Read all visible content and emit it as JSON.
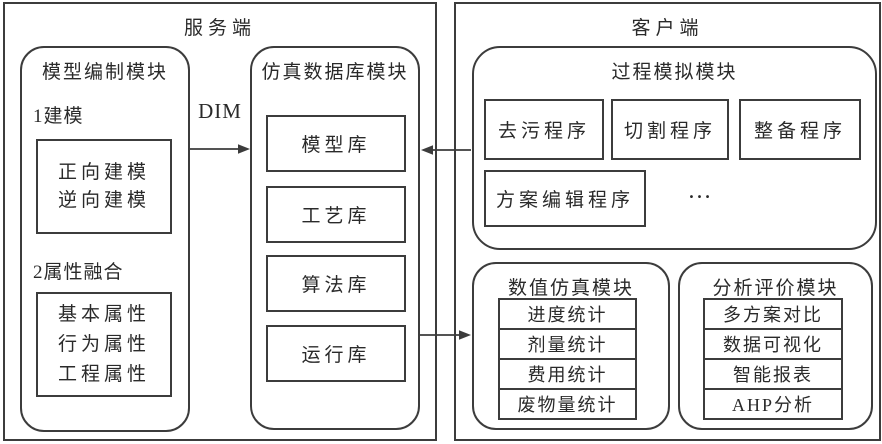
{
  "colors": {
    "line": "#3c3c3c",
    "text": "#2a2a2a",
    "bg": "#ffffff"
  },
  "server": {
    "title": "服务端",
    "dim_label": "DIM",
    "model_module": {
      "title": "模型编制模块",
      "section1_label": "1建模",
      "modeling_box": [
        "正向建模",
        "逆向建模"
      ],
      "section2_label": "2属性融合",
      "attribute_box": [
        "基本属性",
        "行为属性",
        "工程属性"
      ]
    },
    "db_module": {
      "title": "仿真数据库模块",
      "items": [
        "模型库",
        "工艺库",
        "算法库",
        "运行库"
      ]
    }
  },
  "client": {
    "title": "客户端",
    "process_module": {
      "title": "过程模拟模块",
      "programs": [
        "去污程序",
        "切割程序",
        "整备程序",
        "方案编辑程序"
      ],
      "ellipsis": "…"
    },
    "numeric_module": {
      "title": "数值仿真模块",
      "items": [
        "进度统计",
        "剂量统计",
        "费用统计",
        "废物量统计"
      ]
    },
    "analysis_module": {
      "title": "分析评价模块",
      "items": [
        "多方案对比",
        "数据可视化",
        "智能报表",
        "AHP分析"
      ]
    }
  }
}
